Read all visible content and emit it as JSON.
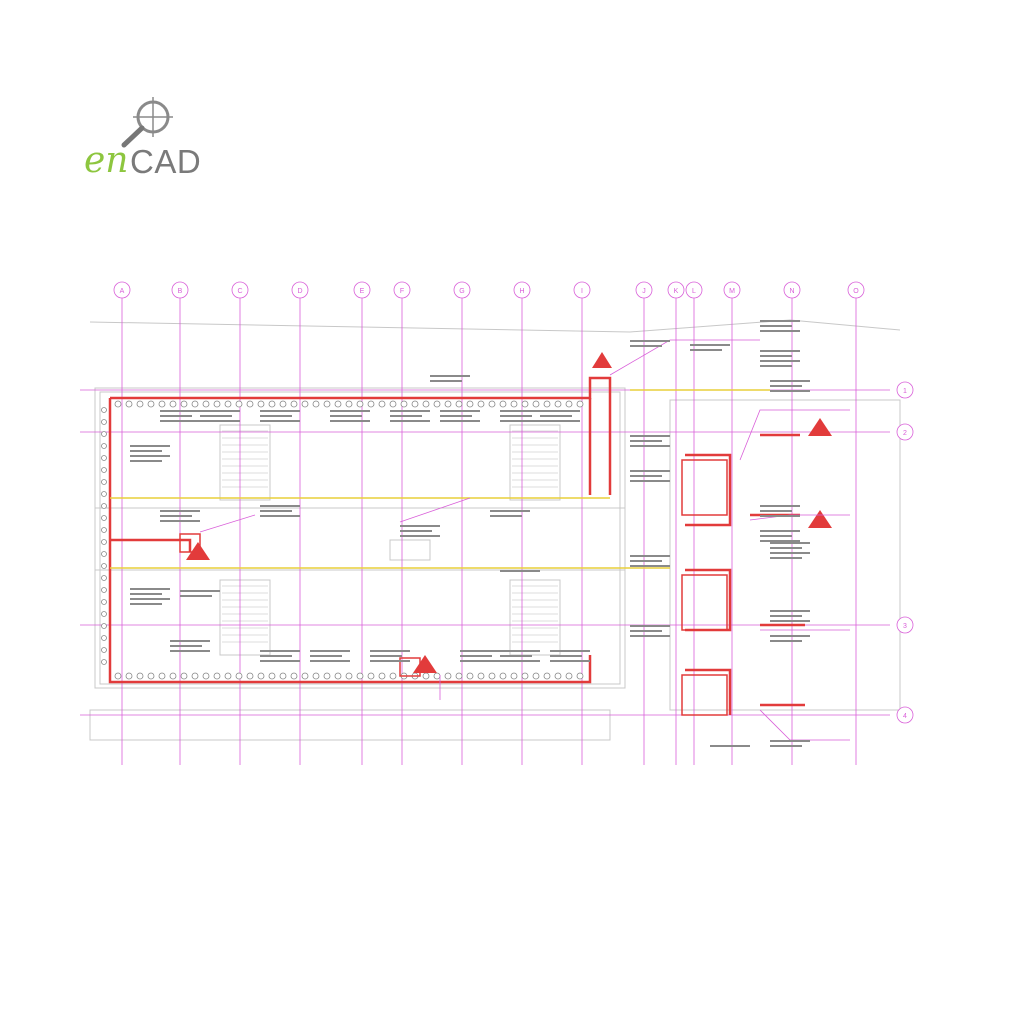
{
  "logo": {
    "brand_prefix": "en",
    "brand_suffix": "CAD",
    "icon": "magnifier-crosshair-icon",
    "colors": {
      "prefix": "#8dc63f",
      "suffix": "#7a7a7a"
    }
  },
  "drawing": {
    "grid_column_labels": [
      "A",
      "B",
      "C",
      "D",
      "E",
      "F",
      "G",
      "H",
      "I",
      "J",
      "K",
      "L",
      "M",
      "N",
      "O"
    ],
    "grid_row_labels": [
      "1",
      "2",
      "3",
      "4"
    ],
    "colors": {
      "grid": "#d95fd9",
      "duct": "#e23b3b",
      "line": "#9a9a9a",
      "yellow": "#e8cf3a",
      "text": "#555555"
    }
  }
}
